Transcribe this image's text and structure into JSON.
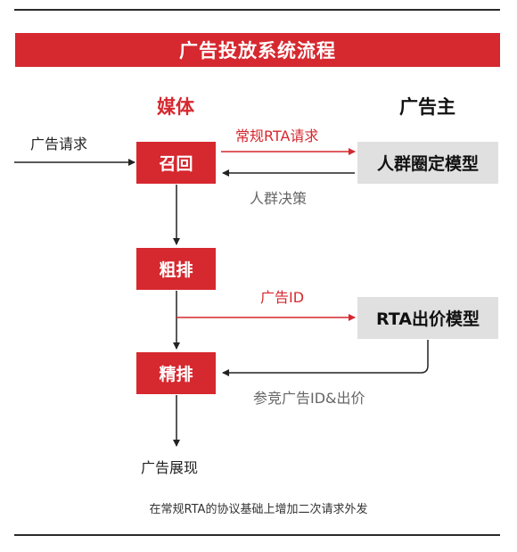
{
  "title": "广告投放系统流程",
  "columns": {
    "media": "媒体",
    "advertiser": "广告主"
  },
  "nodes": {
    "recall": "召回",
    "coarse": "粗排",
    "fine": "精排",
    "crowd_model": "人群圈定模型",
    "bid_model": "RTA出价模型"
  },
  "edge_labels": {
    "ad_request": "广告请求",
    "rta_request": "常规RTA请求",
    "crowd_decision": "人群决策",
    "ad_id": "广告ID",
    "bid_compete": "参竞广告ID&出价",
    "ad_display": "广告展现"
  },
  "footnote": "在常规RTA的协议基础上增加二次请求外发",
  "colors": {
    "accent": "#d6282f",
    "model_box": "#e0e0e0",
    "grey_text": "#666666"
  }
}
